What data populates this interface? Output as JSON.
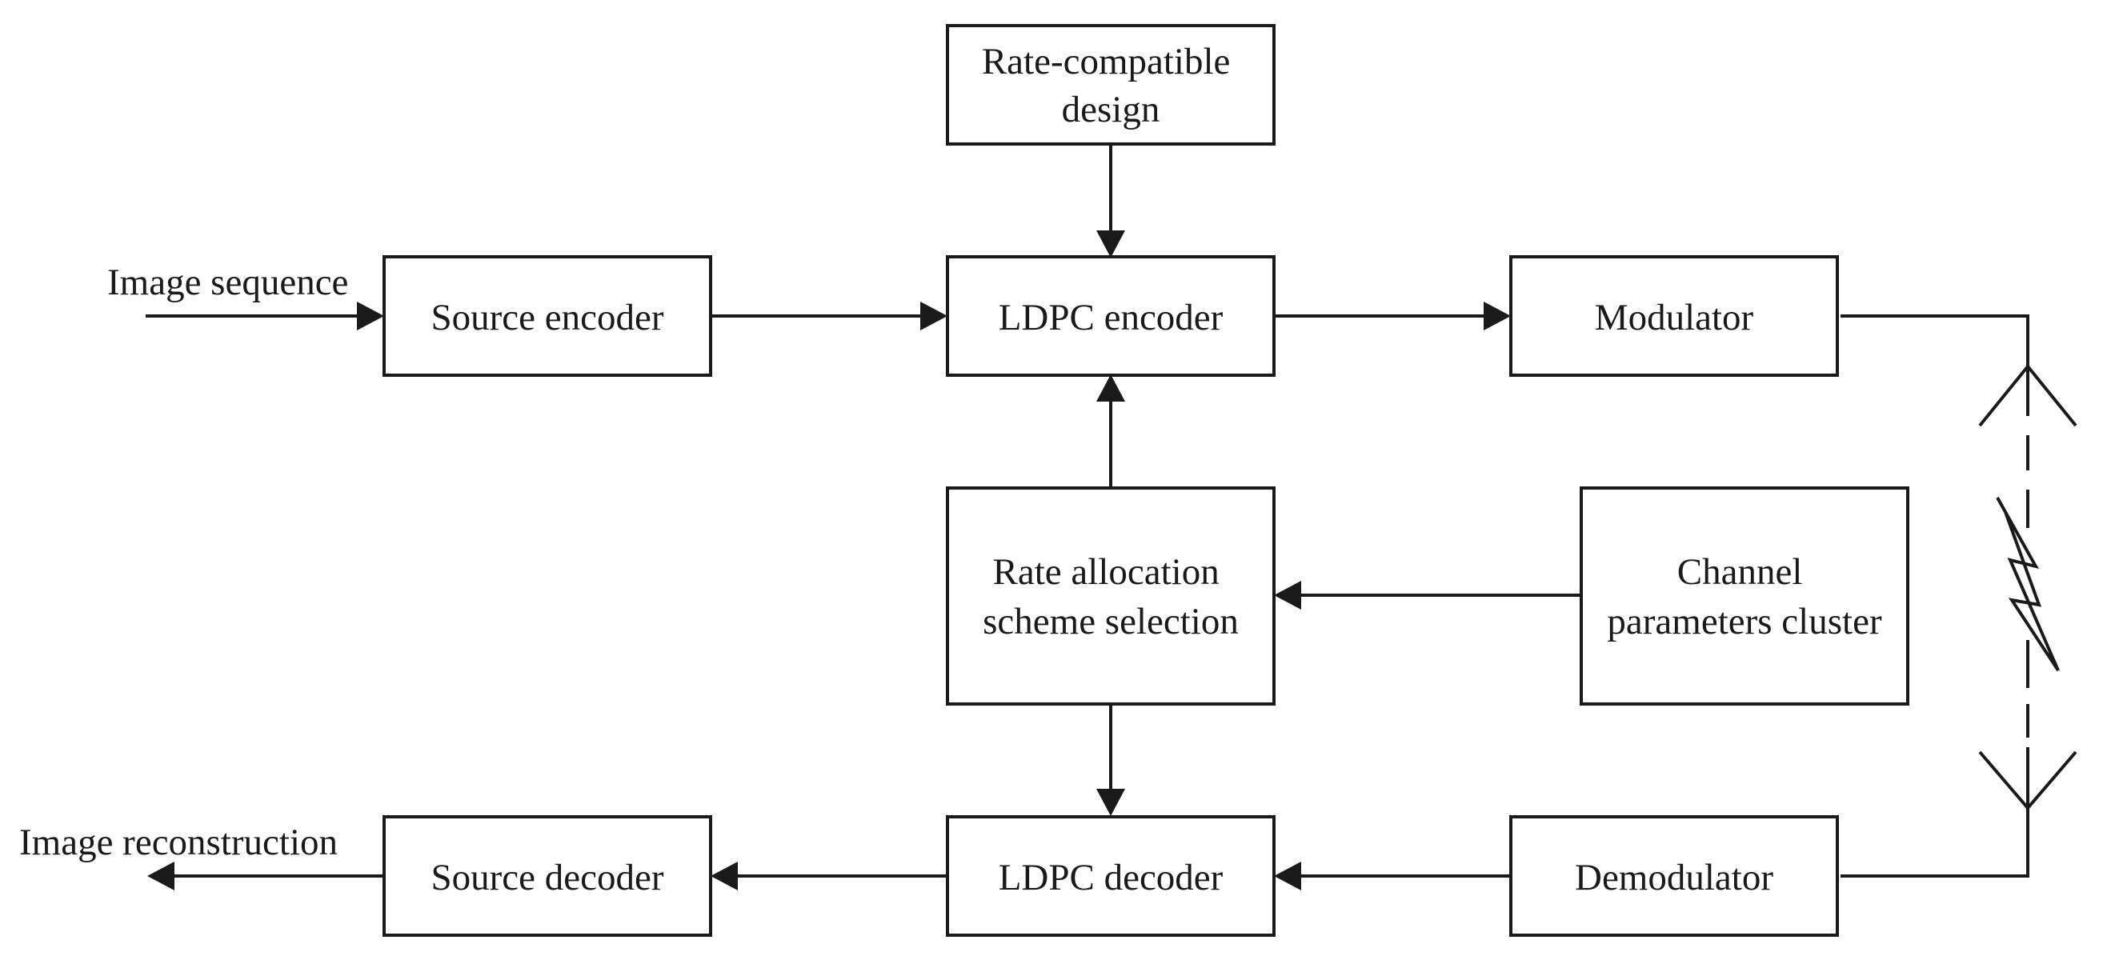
{
  "diagram": {
    "blocks": {
      "rate_compatible": [
        "Rate-compatible",
        "design"
      ],
      "source_encoder": [
        "Source encoder"
      ],
      "ldpc_encoder": [
        "LDPC encoder"
      ],
      "modulator": [
        "Modulator"
      ],
      "rate_allocation": [
        "Rate allocation",
        "scheme selection"
      ],
      "channel_params": [
        "Channel",
        "parameters cluster"
      ],
      "source_decoder": [
        "Source decoder"
      ],
      "ldpc_decoder": [
        "LDPC decoder"
      ],
      "demodulator": [
        "Demodulator"
      ]
    },
    "io": {
      "input": "Image sequence",
      "output": "Image reconstruction"
    }
  }
}
